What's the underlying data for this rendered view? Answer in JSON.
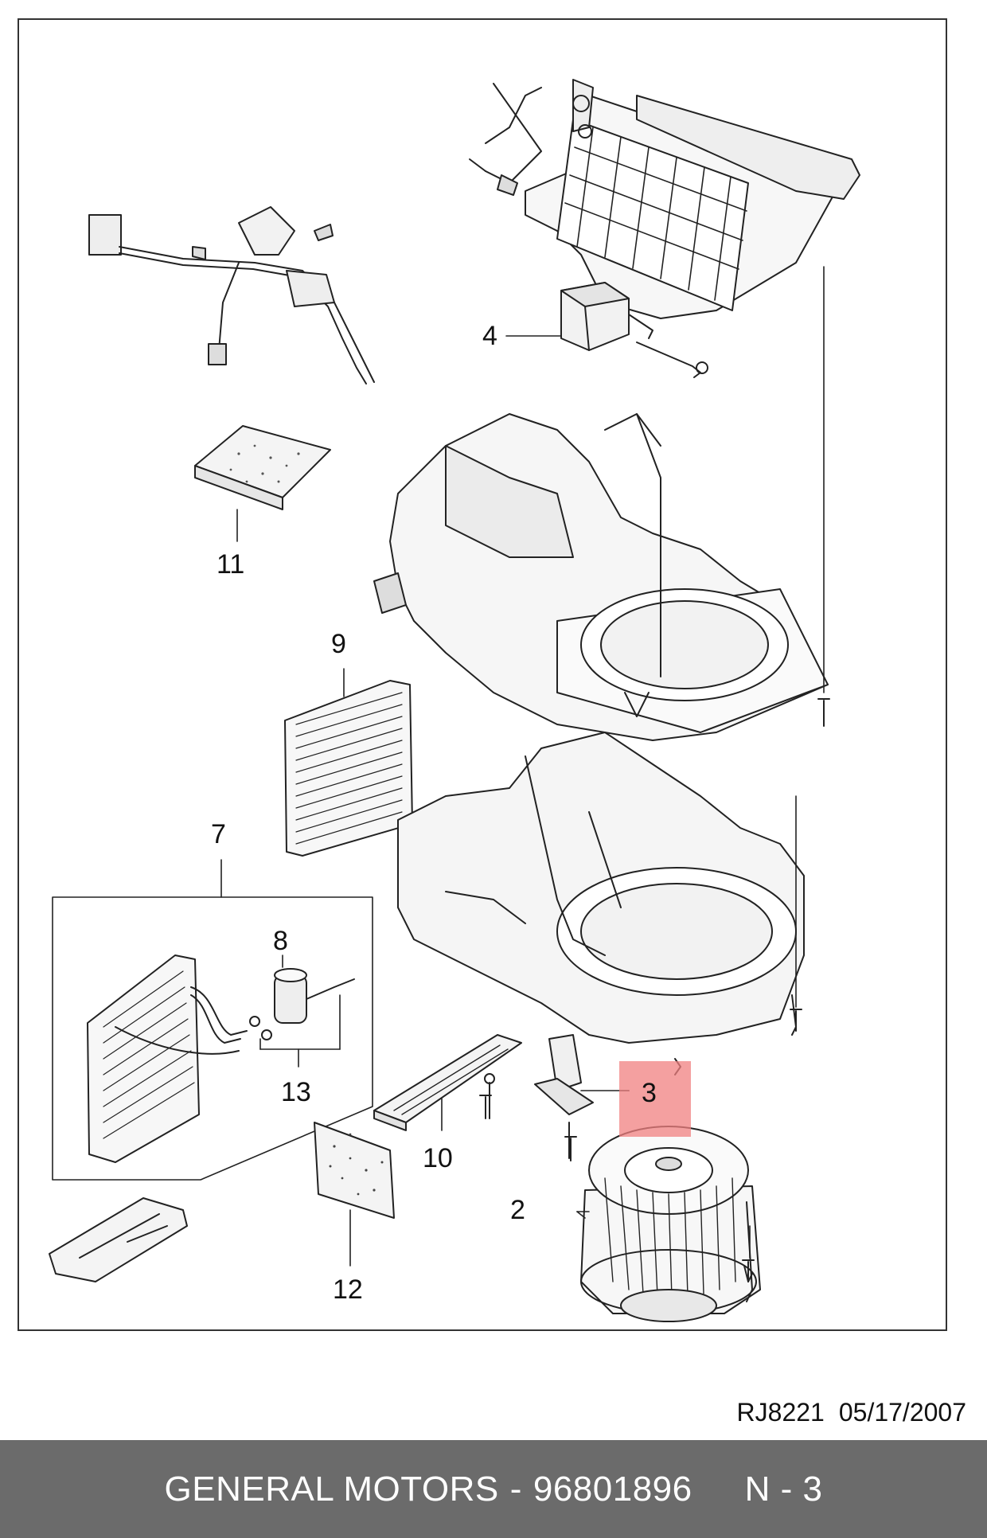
{
  "diagram": {
    "callouts": [
      {
        "id": "4",
        "label": "4"
      },
      {
        "id": "11",
        "label": "11"
      },
      {
        "id": "9",
        "label": "9"
      },
      {
        "id": "7",
        "label": "7"
      },
      {
        "id": "8",
        "label": "8"
      },
      {
        "id": "13",
        "label": "13"
      },
      {
        "id": "3",
        "label": "3"
      },
      {
        "id": "10",
        "label": "10"
      },
      {
        "id": "2",
        "label": "2"
      },
      {
        "id": "12",
        "label": "12"
      }
    ],
    "highlight_color": "#f08080"
  },
  "document": {
    "ref_code": "RJ8221",
    "date": "05/17/2007"
  },
  "footer": {
    "manufacturer": "GENERAL MOTORS",
    "separator": "-",
    "part_number": "96801896",
    "page_label": "N - 3"
  }
}
